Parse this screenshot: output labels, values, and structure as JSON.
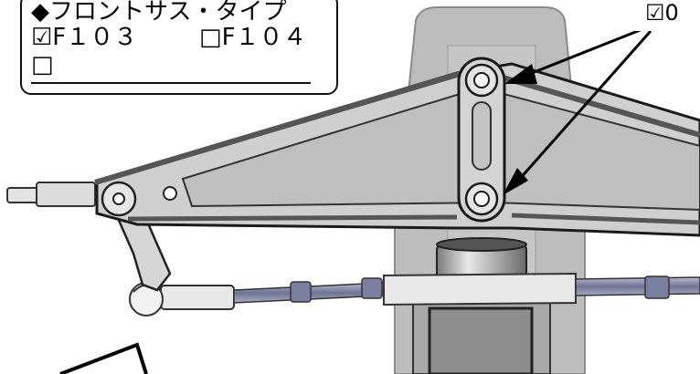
{
  "callout": {
    "title": "◆フロントサス・タイプ",
    "opt1": "☑F１０３",
    "opt2": "□F１０４",
    "opt3": "□"
  },
  "right_label": "☑0",
  "colors": {
    "body_gray": "#bdbdbd",
    "arm_gray": "#d0d0d0",
    "dark_line": "#1a1a1a",
    "link_blue": "#7a7f9e"
  }
}
